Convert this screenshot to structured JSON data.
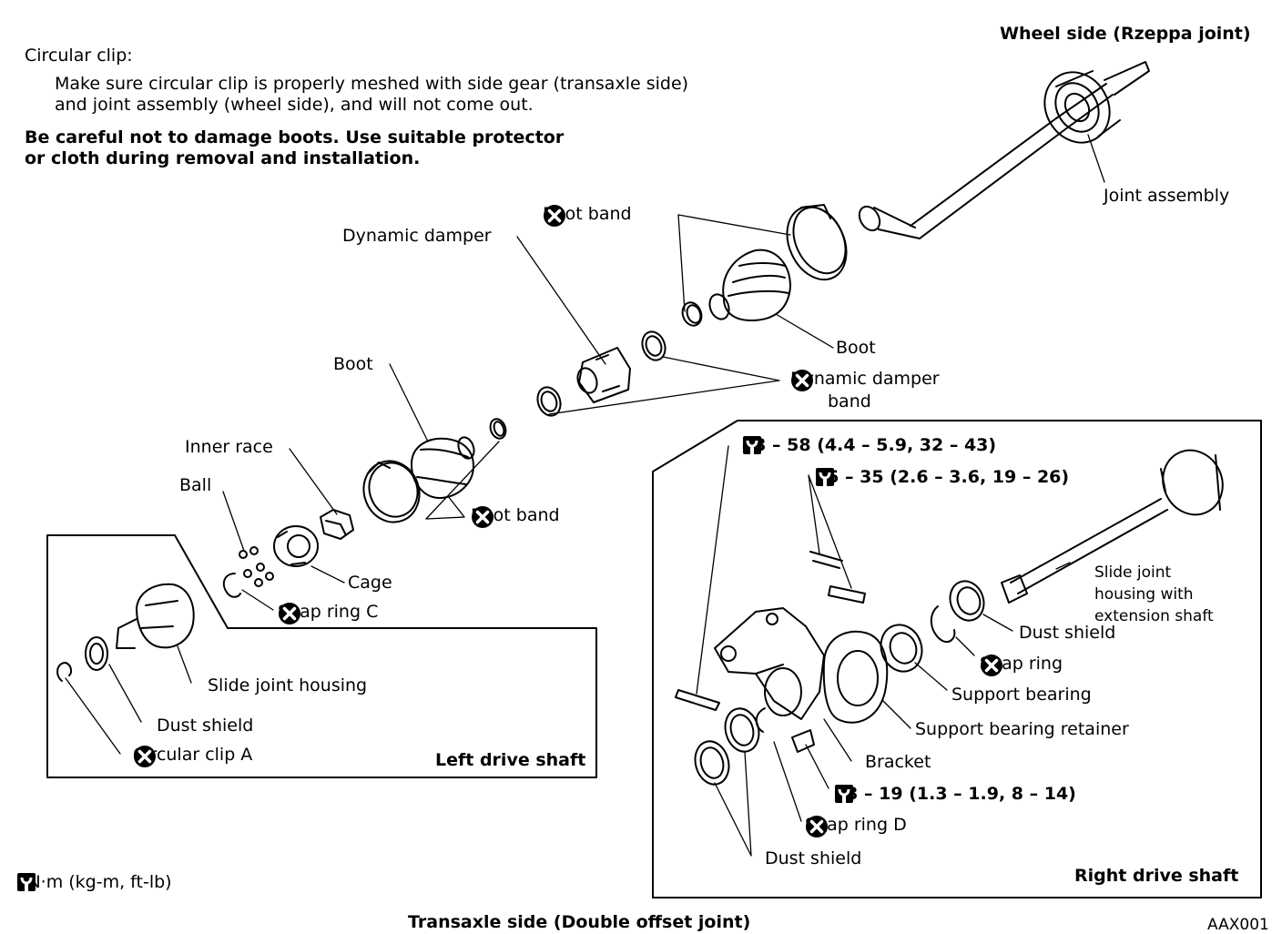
{
  "notes": {
    "circular_clip_title": "Circular clip:",
    "circular_clip_body_1": "Make sure circular clip is properly meshed with side gear (transaxle side)",
    "circular_clip_body_2": "and joint assembly (wheel side), and will not come out.",
    "caution_1": "Be careful not to damage boots. Use suitable protector",
    "caution_2": "or cloth during removal and installation."
  },
  "headings": {
    "wheel_side": "Wheel side (Rzeppa joint)",
    "transaxle_side": "Transaxle side (Double offset joint)",
    "left_drive_shaft": "Left drive shaft",
    "right_drive_shaft": "Right drive shaft",
    "figure_code": "AAX001"
  },
  "legend": {
    "torque_units": ": N·m (kg-m, ft-lb)"
  },
  "labels": {
    "joint_assembly": "Joint assembly",
    "boot_band_top": "Boot band",
    "dynamic_damper": "Dynamic damper",
    "boot_wheel": "Boot",
    "dynamic_damper_band_1": "Dynamic damper",
    "dynamic_damper_band_2": "band",
    "boot_transaxle": "Boot",
    "inner_race": "Inner race",
    "ball": "Ball",
    "boot_band_bottom": "Boot band",
    "cage": "Cage",
    "snap_ring_c": "Snap ring C",
    "slide_joint_housing": "Slide joint housing",
    "dust_shield_left": "Dust shield",
    "circular_clip_a": "Circular clip A",
    "slide_joint_ext_1": "Slide joint",
    "slide_joint_ext_2": "housing with",
    "slide_joint_ext_3": "extension shaft",
    "dust_shield_right": "Dust shield",
    "snap_ring_right": "Snap ring",
    "support_bearing": "Support bearing",
    "support_bearing_retainer": "Support bearing retainer",
    "bracket": "Bracket",
    "snap_ring_d": "Snap ring D",
    "dust_shield_bottom": "Dust shield"
  },
  "torques": {
    "t1": "43 – 58 (4.4 – 5.9, 32 – 43)",
    "t2": "25 – 35 (2.6 – 3.6, 19 – 26)",
    "t3": "13 – 19 (1.3 – 1.9, 8 – 14)"
  },
  "icons": {
    "do_not_reuse": "x-circle-icon",
    "torque_wrench": "torque-wrench-icon"
  }
}
